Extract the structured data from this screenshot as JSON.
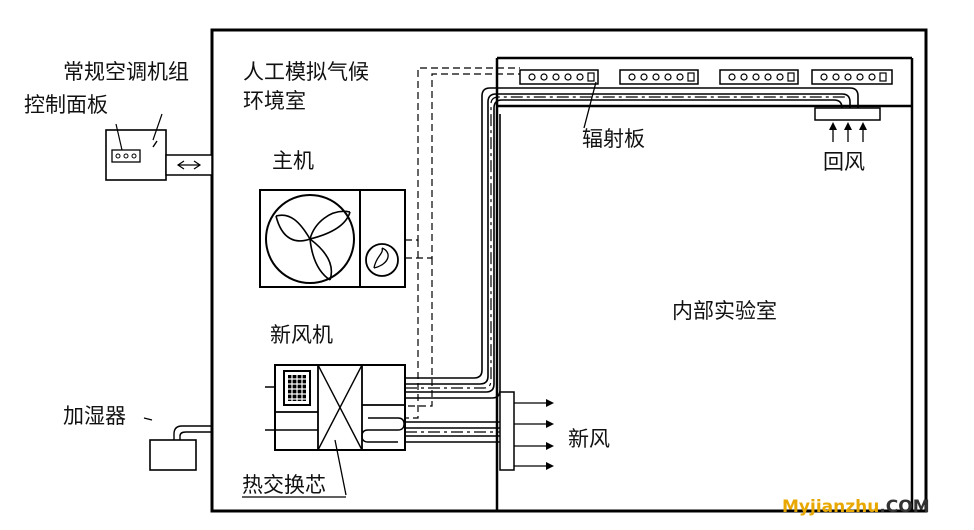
{
  "labels": {
    "conventional_ac_unit": "常规空调机组",
    "control_panel": "控制面板",
    "climate_chamber_line1": "人工模拟气候",
    "climate_chamber_line2": "环境室",
    "main_unit": "主机",
    "fresh_air_unit": "新风机",
    "humidifier": "加湿器",
    "heat_exchange_core": "热交换芯",
    "radiant_panel": "辐射板",
    "return_air": "回风",
    "inner_lab": "内部实验室",
    "fresh_air": "新风"
  },
  "watermark": {
    "part1": "My",
    "part2": "jianzhu",
    "part3": ".COM",
    "color_main": "#e8a800",
    "color_suffix": "#333333"
  }
}
